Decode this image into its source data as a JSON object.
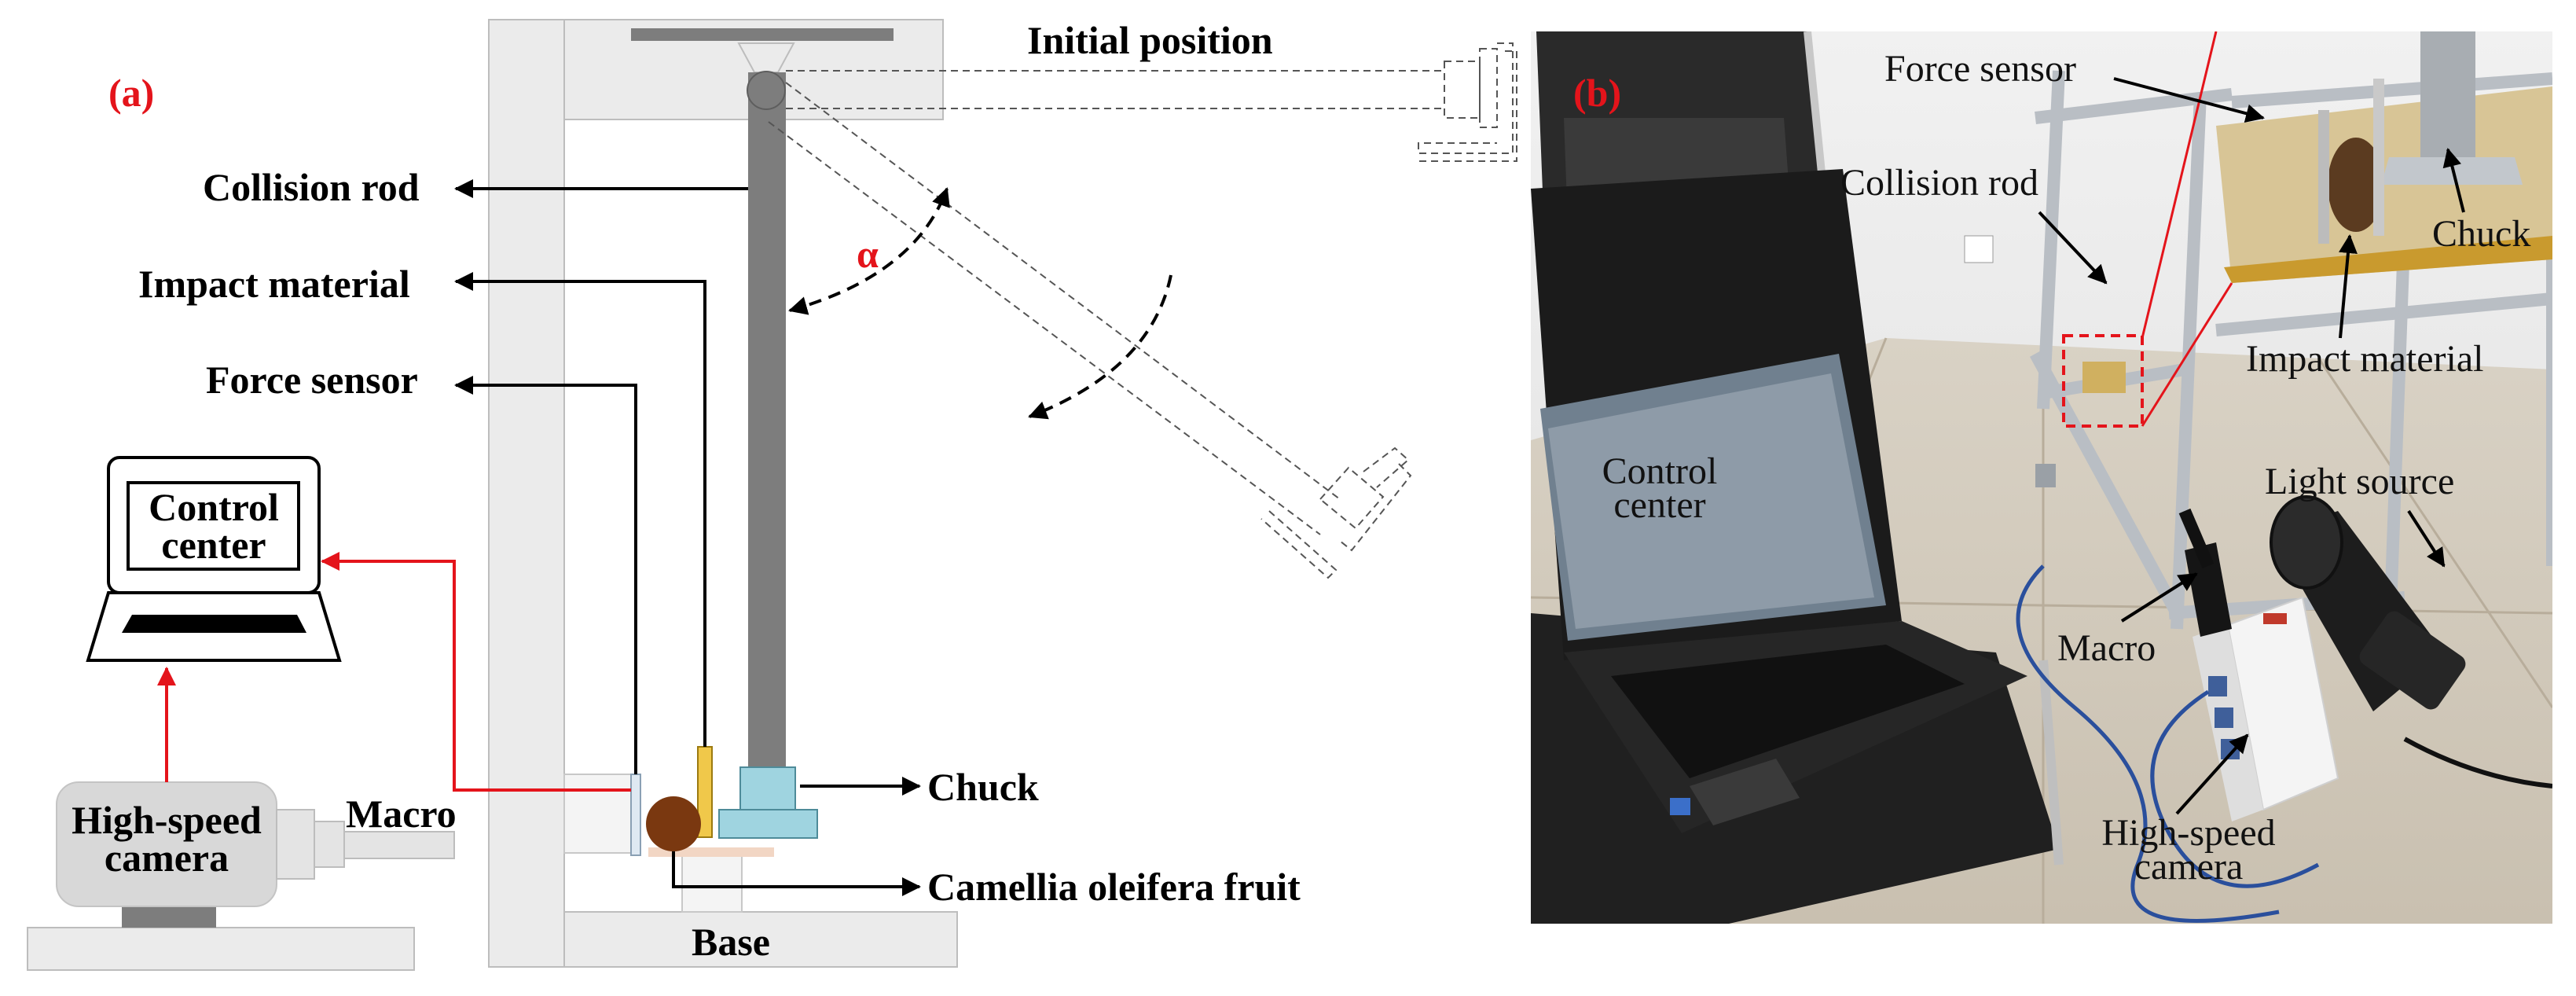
{
  "panel_a": {
    "tag": "(a)",
    "initial_position": "Initial position",
    "angle_symbol": "α",
    "collision_rod": "Collision rod",
    "impact_material": "Impact material",
    "force_sensor": "Force sensor",
    "control_center_line1": "Control",
    "control_center_line2": "center",
    "high_speed_camera_line1": "High-speed",
    "high_speed_camera_line2": "camera",
    "macro": "Macro",
    "chuck": "Chuck",
    "camellia_fruit": "Camellia oleifera fruit",
    "base": "Base"
  },
  "panel_b": {
    "tag": "(b)",
    "force_sensor": "Force sensor",
    "collision_rod": "Collision rod",
    "chuck": "Chuck",
    "impact_material": "Impact material",
    "control_center_line1": "Control",
    "control_center_line2": "center",
    "light_source": "Light source",
    "macro": "Macro",
    "high_speed_camera_line1": "High-speed",
    "high_speed_camera_line2": "camera"
  },
  "colors": {
    "accent_red": "#e4141b",
    "sensor_blue": "#9fd4e0",
    "impact_yellow": "#f0c84a",
    "fruit_brown": "#7a3810",
    "frame_gray": "#ebebeb",
    "rod_gray": "#7d7d7d"
  }
}
